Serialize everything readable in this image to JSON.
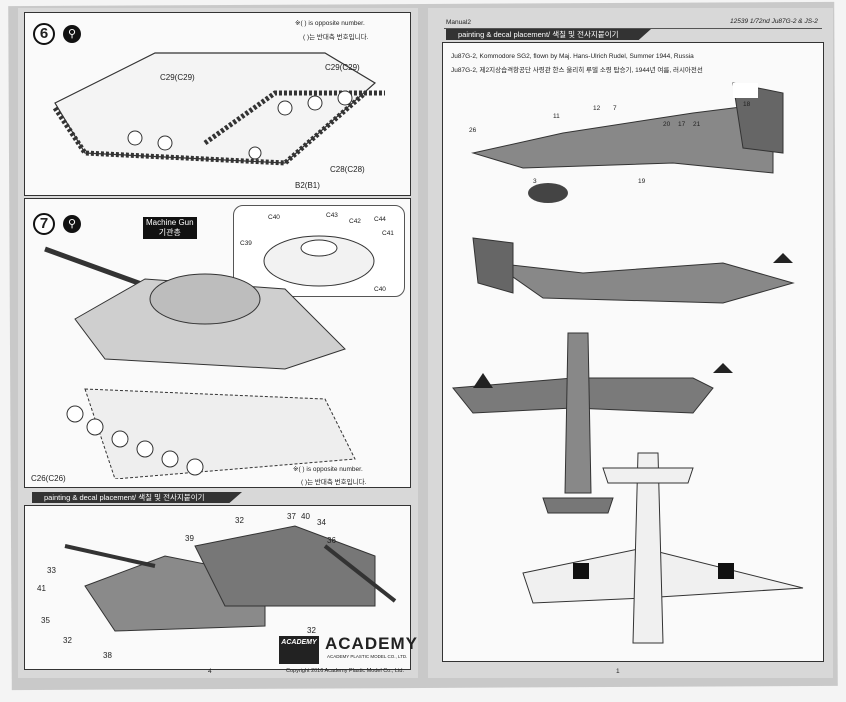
{
  "left_page": {
    "step6": {
      "number": "6",
      "note_en": "※( ) is opposite number.",
      "note_ko": "( )는 반대측 번호입니다.",
      "parts": [
        "C29(C29)",
        "C29(C29)",
        "C28(C28)",
        "B2(B1)"
      ]
    },
    "step7": {
      "number": "7",
      "machine_gun_en": "Machine Gun",
      "machine_gun_ko": "기관총",
      "detail_parts": [
        "C40",
        "C43",
        "C42",
        "C44",
        "C41",
        "C39",
        "C40"
      ],
      "parts": [
        "C26(C26)"
      ],
      "note_en": "※( ) is opposite number.",
      "note_ko": "( )는 반대측 번호입니다."
    },
    "painting_header": "painting & decal placement/ 색칠 및 전사지붙이기",
    "callouts": [
      "33",
      "41",
      "35",
      "32",
      "38",
      "39",
      "32",
      "37",
      "40",
      "34",
      "36",
      "32"
    ],
    "logo": "ACADEMY",
    "logo_sub": "ACADEMY PLASTIC MODEL CO., LTD.",
    "page_number": "4",
    "copyright": "Copyright 2016 Academy Plastic Model Co., Ltd."
  },
  "right_page": {
    "manual_label": "Manual2",
    "kit_title": "12539 1/72nd Ju87G-2 & JS-2",
    "painting_header": "painting & decal placement/ 색칠 및 전사지붙이기",
    "scheme_en": "Ju87G-2, Kommodore SG2, flown by Maj. Hans-Ulrich Rudel, Summer 1944, Russia",
    "scheme_ko": "Ju87G-2, 제2지상습격항공단 사령관 한스 울리히 루델 소령 탑승기, 1944년 여름, 러시아전선",
    "side_callouts": [
      "26",
      "11",
      "12",
      "7",
      "20",
      "17",
      "21",
      "18",
      "3",
      "19"
    ],
    "page_number": "1"
  },
  "colors": {
    "paper": "#fafafa",
    "scan": "#c9c9c9",
    "camo_dark": "#6b6b6b",
    "camo_light": "#a8a8a8",
    "ink": "#222222"
  }
}
